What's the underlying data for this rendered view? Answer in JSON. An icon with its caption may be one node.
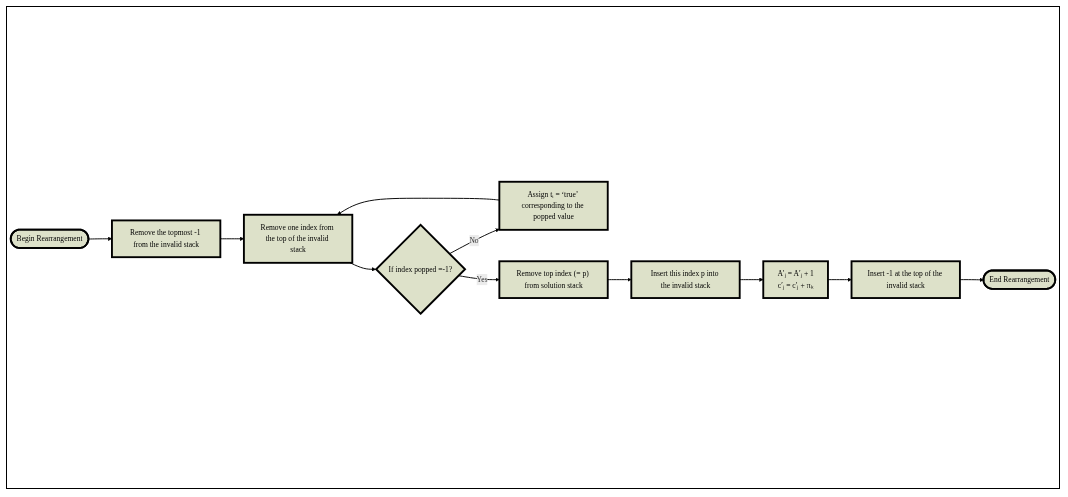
{
  "diagram": {
    "nodes": [
      {
        "text": [
          "Begin Rearrangement"
        ]
      },
      {
        "text": [
          "Remove the topmost -1 from the invalid stack"
        ]
      },
      {
        "text": [
          "Remove one index from the top of the invalid stack"
        ]
      },
      {
        "text": [
          "If index popped =-1?"
        ]
      },
      {
        "text": [
          "Assign tᵢ = ‘true’ corresponding to the popped value"
        ]
      },
      {
        "text": [
          "Remove top index (= p) from solution stack"
        ]
      },
      {
        "text": [
          "Insert this index p into the invalid stack"
        ]
      },
      {
        "text": [
          "A′ⱼ = A′ⱼ + 1",
          "c′ⱼ = c′ⱼ + πₖ"
        ]
      },
      {
        "text": [
          "Insert -1 at the top of the invalid stack"
        ]
      },
      {
        "text": [
          "End Rearrangement"
        ]
      }
    ],
    "edges": [
      {
        "from": 0,
        "to": 1,
        "arrow": "to"
      },
      {
        "from": 1,
        "to": 2,
        "arrow": "to"
      },
      {
        "from": 2,
        "to": 3,
        "arrow": "to"
      },
      {
        "from": 3,
        "to": 4,
        "arrow": "to",
        "label": "No"
      },
      {
        "from": 4,
        "to": 2,
        "arrow": "to"
      },
      {
        "from": 3,
        "to": 5,
        "arrow": "to",
        "label": "Yes"
      },
      {
        "from": 5,
        "to": 6,
        "arrow": "to"
      },
      {
        "from": 6,
        "to": 7,
        "arrow": "to"
      },
      {
        "from": 7,
        "to": 8,
        "arrow": "to"
      },
      {
        "from": 8,
        "to": 9,
        "arrow": "to"
      }
    ]
  }
}
